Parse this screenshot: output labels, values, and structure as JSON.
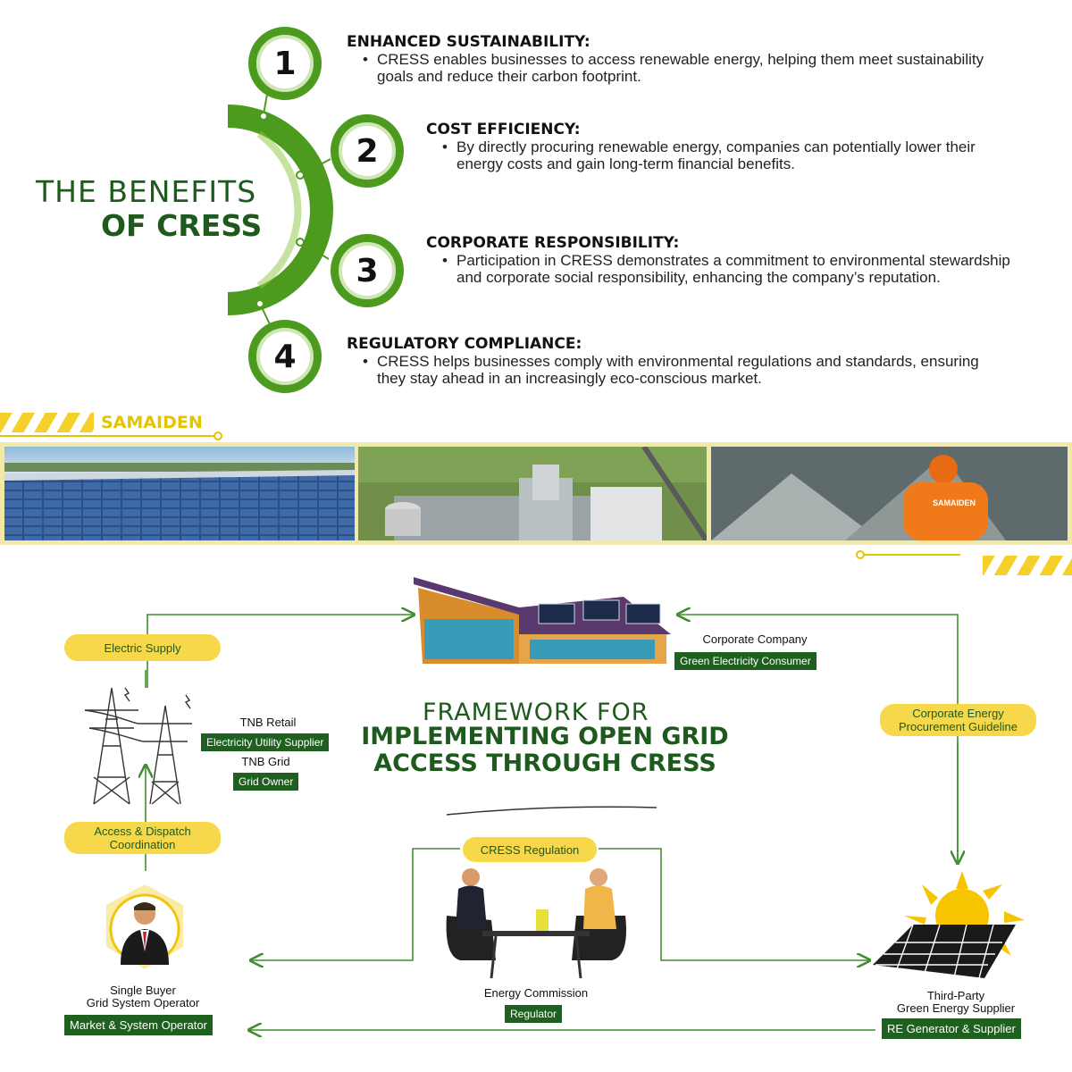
{
  "benefits_title": {
    "line1": "THE BENEFITS",
    "line2": "OF CRESS"
  },
  "benefits": [
    {
      "number": "1",
      "heading": "ENHANCED SUSTAINABILITY:",
      "text": "CRESS enables businesses to access renewable energy, helping them meet sustainability goals and reduce their carbon footprint."
    },
    {
      "number": "2",
      "heading": "COST EFFICIENCY:",
      "text": "By directly procuring renewable energy, companies can potentially lower their energy costs and gain long-term financial benefits."
    },
    {
      "number": "3",
      "heading": "CORPORATE RESPONSIBILITY:",
      "text": "Participation in CRESS demonstrates a commitment to environmental stewardship and corporate social responsibility, enhancing the company’s reputation."
    },
    {
      "number": "4",
      "heading": "REGULATORY COMPLIANCE:",
      "text": "CRESS helps businesses comply with environmental regulations and standards, ensuring they stay ahead in an increasingly eco-conscious market."
    }
  ],
  "brand": "SAMAIDEN",
  "photos": {
    "worker_vest_text": "SAMAIDEN"
  },
  "framework": {
    "title_line1": "FRAMEWORK FOR",
    "title_line2": "IMPLEMENTING OPEN GRID ACCESS THROUGH CRESS",
    "electric_supply": "Electric Supply",
    "corporate_company": "Corporate Company",
    "green_consumer": "Green Electricity Consumer",
    "tnb_retail": "TNB Retail",
    "utility_supplier": "Electricity Utility Supplier",
    "tnb_grid": "TNB Grid",
    "grid_owner": "Grid Owner",
    "procurement_guideline": "Corporate Energy Procurement Guideline",
    "access_dispatch": "Access & Dispatch Coordination",
    "cress_regulation": "CRESS Regulation",
    "single_buyer_line1": "Single Buyer",
    "single_buyer_line2": "Grid System Operator",
    "market_operator": "Market & System Operator",
    "energy_commission": "Energy Commission",
    "regulator": "Regulator",
    "third_party_line1": "Third-Party",
    "third_party_line2": "Green Energy Supplier",
    "re_generator": "RE Generator & Supplier"
  },
  "colors": {
    "dark_green": "#1e5a1e",
    "green": "#4c9a1e",
    "light_green": "#8cc63f",
    "yellow": "#f7d84a"
  }
}
